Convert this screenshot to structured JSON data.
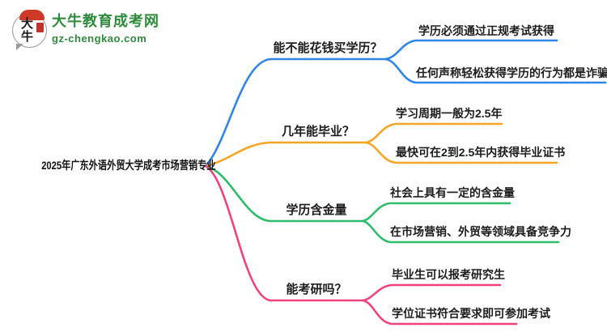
{
  "logo": {
    "badge_text": "大牛",
    "site_name": "大牛教育成考网",
    "site_domain": "gz-chengkao.com",
    "brand_green": "#2e8b3c",
    "brand_red": "#cf3a28"
  },
  "mindmap": {
    "root": "2025年广东外语外贸大学成考市场营销专业",
    "branches": [
      {
        "label": "能不能花钱买学历？",
        "color": "#2f86e6",
        "children": [
          "学历必须通过正规考试获得",
          "任何声称轻松获得学历的行为都是诈骗"
        ]
      },
      {
        "label": "几年能毕业？",
        "color": "#f5a623",
        "children": [
          "学习周期一般为2.5年",
          "最快可在2到2.5年内获得毕业证书"
        ]
      },
      {
        "label": "学历含金量",
        "color": "#2ebd6b",
        "children": [
          "社会上具有一定的含金量",
          "在市场营销、外贸等领域具备竞争力"
        ]
      },
      {
        "label": "能考研吗？",
        "color": "#f2427e",
        "children": [
          "毕业生可以报考研究生",
          "学位证书符合要求即可参加考试"
        ]
      }
    ]
  }
}
